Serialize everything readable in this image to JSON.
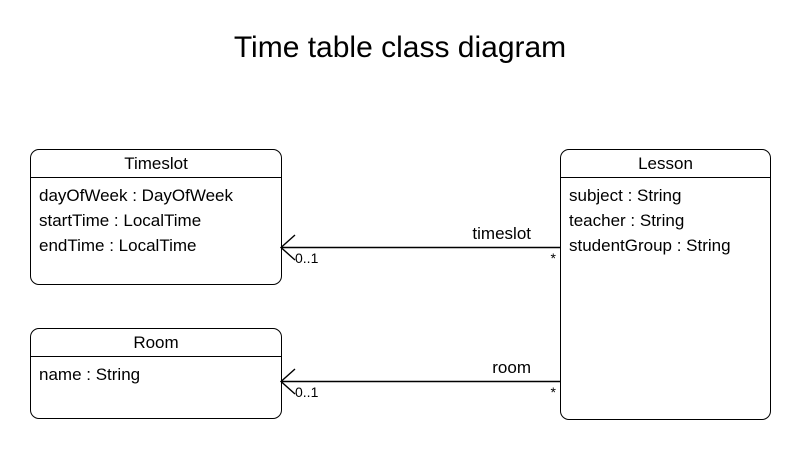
{
  "diagram": {
    "title": "Time table class diagram",
    "classes": [
      {
        "id": "timeslot",
        "name": "Timeslot",
        "attributes": [
          "dayOfWeek : DayOfWeek",
          "startTime : LocalTime",
          "endTime : LocalTime"
        ]
      },
      {
        "id": "room",
        "name": "Room",
        "attributes": [
          "name : String"
        ]
      },
      {
        "id": "lesson",
        "name": "Lesson",
        "attributes": [
          "subject : String",
          "teacher : String",
          "studentGroup : String"
        ]
      }
    ],
    "associations": [
      {
        "id": "timeslot",
        "label": "timeslot",
        "source_multiplicity": "*",
        "target_multiplicity": "0..1",
        "from": "Lesson",
        "to": "Timeslot"
      },
      {
        "id": "room",
        "label": "room",
        "source_multiplicity": "*",
        "target_multiplicity": "0..1",
        "from": "Lesson",
        "to": "Room"
      }
    ],
    "colors": {
      "background": "#ffffff",
      "stroke": "#000000",
      "text": "#000000"
    }
  }
}
